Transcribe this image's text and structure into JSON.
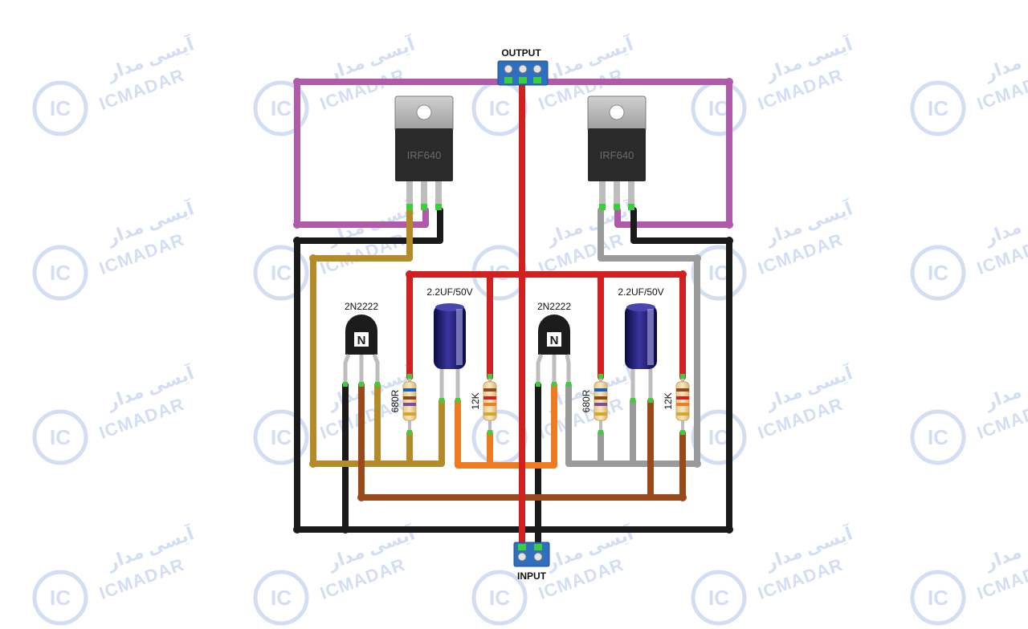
{
  "labels": {
    "output": "OUTPUT",
    "input": "INPUT",
    "mosfet_left": "IRF640",
    "mosfet_right": "IRF640",
    "transistor_left": "2N2222",
    "transistor_right": "2N2222",
    "cap_left": "2.2UF/50V",
    "cap_right": "2.2UF/50V",
    "res_680_left": "680R",
    "res_12k_left": "12K",
    "res_680_right": "680R",
    "res_12k_right": "12K",
    "transistor_mark": "N"
  },
  "watermark": {
    "latin": "ICMADAR",
    "persian": "آیسی مدار",
    "badge": "IC"
  },
  "colors": {
    "red": "#d21f1f",
    "black": "#1a1a1a",
    "purple": "#b05aaa",
    "gold": "#b58a2a",
    "brown": "#9a4a1a",
    "orange": "#ee7a22",
    "gray": "#9a9a9a",
    "terminal": "#2f6fc0",
    "watermark": "#c5d3ee"
  }
}
